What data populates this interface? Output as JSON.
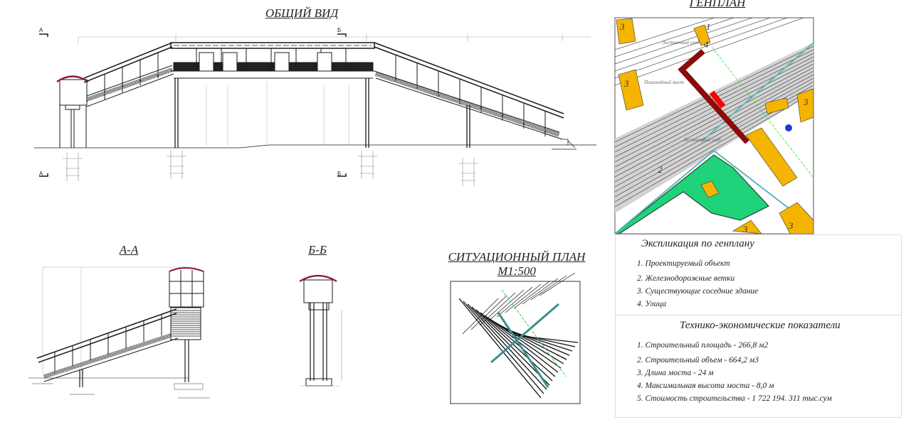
{
  "titles": {
    "general_view": "ОБЩИЙ ВИД",
    "section_a": "А-А",
    "section_b": "Б-Б",
    "genplan": "ГЕНПЛАН",
    "situation_plan": "СИТУАЦИОННЫЙ ПЛАН",
    "situation_scale": "М1:500"
  },
  "section_marks": {
    "a": "А",
    "b": "Б"
  },
  "genplan_labels": {
    "stair_top": "Лестничный сход",
    "bridge": "Пешеходный мост",
    "stair_bottom": "Лестничный сход",
    "n1": "1",
    "n2": "2",
    "n3": "3",
    "n4": "4"
  },
  "explication": {
    "heading": "Экспликация по генплану",
    "items": [
      "1. Проектируемый объект",
      "2. Железнодорожные ветки",
      "3. Существующие соседние здание",
      "4. Улица"
    ]
  },
  "indicators": {
    "heading": "Технико-экономические показатели",
    "items": [
      "1. Строительный площадь - 266,8  м2",
      "2. Строительный объем - 664,2 м3",
      "3. Длина моста - 24 м",
      "4. Максимальная высота моста - 8,0 м",
      "5. Стоимость строительства - 1 722 194. 311 тыс.сум"
    ]
  },
  "colors": {
    "line": "#1a1a1a",
    "dim": "#9a9a9a",
    "roof": "#8b1a3a",
    "building": "#f5b400",
    "green": "#1ed37a",
    "bridge": "#8b0a0a",
    "rail_area": "#d3d3d3",
    "teal": "#5fb8b8"
  }
}
